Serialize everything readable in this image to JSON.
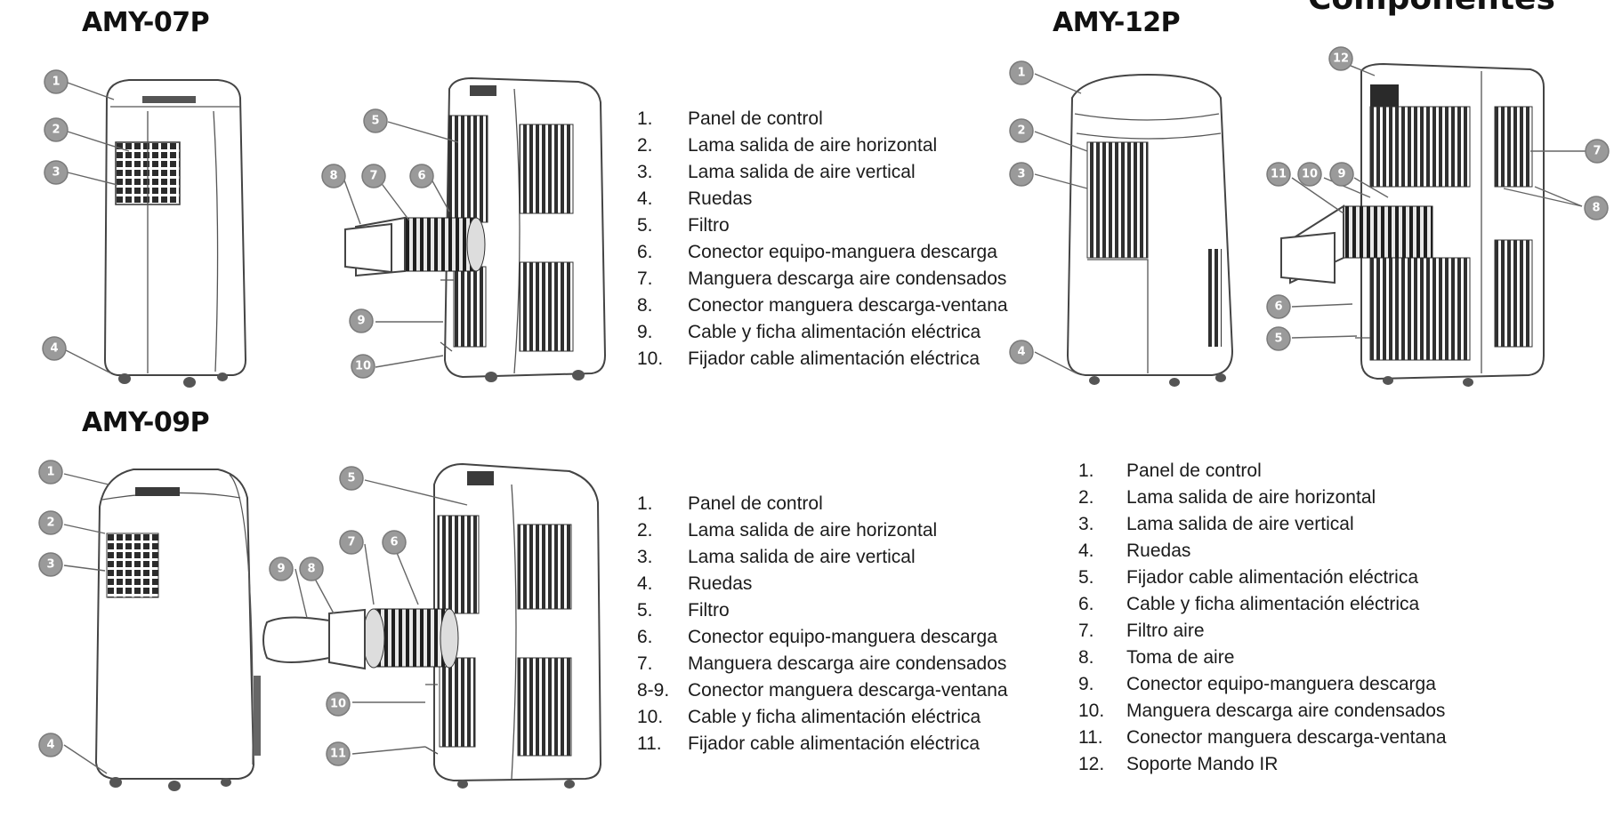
{
  "heading": "Componentes",
  "models": {
    "amy07p": {
      "title": "AMY-07P",
      "callouts": [
        "1",
        "2",
        "3",
        "4",
        "5",
        "6",
        "7",
        "8",
        "9",
        "10"
      ],
      "legend": [
        {
          "num": "1.",
          "text": "Panel de control"
        },
        {
          "num": "2.",
          "text": "Lama salida de aire horizontal"
        },
        {
          "num": "3.",
          "text": "Lama salida de aire vertical"
        },
        {
          "num": "4.",
          "text": "Ruedas"
        },
        {
          "num": "5.",
          "text": "Filtro"
        },
        {
          "num": "6.",
          "text": "Conector equipo-manguera descarga"
        },
        {
          "num": "7.",
          "text": "Manguera descarga aire condensados"
        },
        {
          "num": "8.",
          "text": "Conector manguera descarga-ventana"
        },
        {
          "num": "9.",
          "text": "Cable y ficha alimentación eléctrica"
        },
        {
          "num": "10.",
          "text": "Fijador cable alimentación eléctrica"
        }
      ]
    },
    "amy09p": {
      "title": "AMY-09P",
      "callouts": [
        "1",
        "2",
        "3",
        "4",
        "5",
        "6",
        "7",
        "8",
        "9",
        "10",
        "11"
      ],
      "legend": [
        {
          "num": "1.",
          "text": "Panel de control"
        },
        {
          "num": "2.",
          "text": "Lama salida de aire horizontal"
        },
        {
          "num": "3.",
          "text": "Lama salida de aire vertical"
        },
        {
          "num": "4.",
          "text": "Ruedas"
        },
        {
          "num": "5.",
          "text": "Filtro"
        },
        {
          "num": "6.",
          "text": "Conector equipo-manguera descarga"
        },
        {
          "num": "7.",
          "text": "Manguera descarga aire condensados"
        },
        {
          "num": "8-9.",
          "text": "Conector manguera descarga-ventana"
        },
        {
          "num": "10.",
          "text": "Cable y ficha alimentación eléctrica"
        },
        {
          "num": "11.",
          "text": "Fijador cable alimentación eléctrica"
        }
      ]
    },
    "amy12p": {
      "title": "AMY-12P",
      "callouts": [
        "1",
        "2",
        "3",
        "4",
        "5",
        "6",
        "7",
        "8",
        "9",
        "10",
        "11",
        "12"
      ],
      "legend": [
        {
          "num": "1.",
          "text": "Panel de control"
        },
        {
          "num": "2.",
          "text": "Lama salida de aire horizontal"
        },
        {
          "num": "3.",
          "text": "Lama salida de aire vertical"
        },
        {
          "num": "4.",
          "text": "Ruedas"
        },
        {
          "num": "5.",
          "text": "Fijador cable alimentación eléctrica"
        },
        {
          "num": "6.",
          "text": "Cable y ficha alimentación eléctrica"
        },
        {
          "num": "7.",
          "text": "Filtro aire"
        },
        {
          "num": "8.",
          "text": "Toma de aire"
        },
        {
          "num": "9.",
          "text": "Conector equipo-manguera descarga"
        },
        {
          "num": "10.",
          "text": "Manguera descarga aire condensados"
        },
        {
          "num": "11.",
          "text": "Conector manguera descarga-ventana"
        },
        {
          "num": "12.",
          "text": "Soporte Mando IR"
        }
      ]
    }
  },
  "colors": {
    "callout_fill": "#9a9a9a",
    "line": "#444444",
    "text": "#1b1b1b"
  }
}
